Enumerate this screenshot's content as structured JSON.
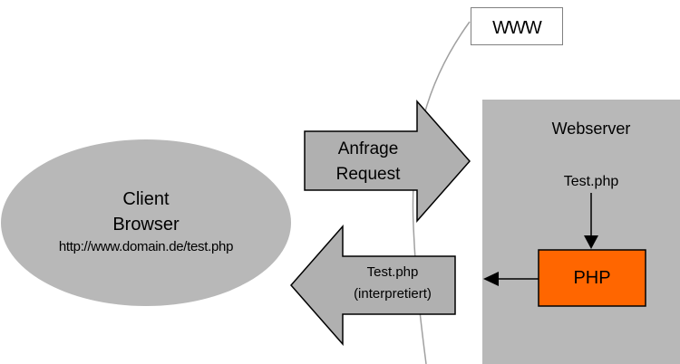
{
  "internet": {
    "label": "WWW"
  },
  "client": {
    "title": "Client",
    "subtitle": "Browser",
    "url": "http://www.domain.de/test.php"
  },
  "request_arrow": {
    "line1": "Anfrage",
    "line2": "Request"
  },
  "response_arrow": {
    "line1": "Test.php",
    "line2": "(interpretiert)"
  },
  "webserver": {
    "title": "Webserver",
    "file_label": "Test.php",
    "processor_label": "PHP"
  },
  "colors": {
    "client_fill": "#b8b8b8",
    "arrow_fill": "#b0b0b0",
    "server_fill": "#b8b8b8",
    "php_fill": "#ff6600"
  }
}
